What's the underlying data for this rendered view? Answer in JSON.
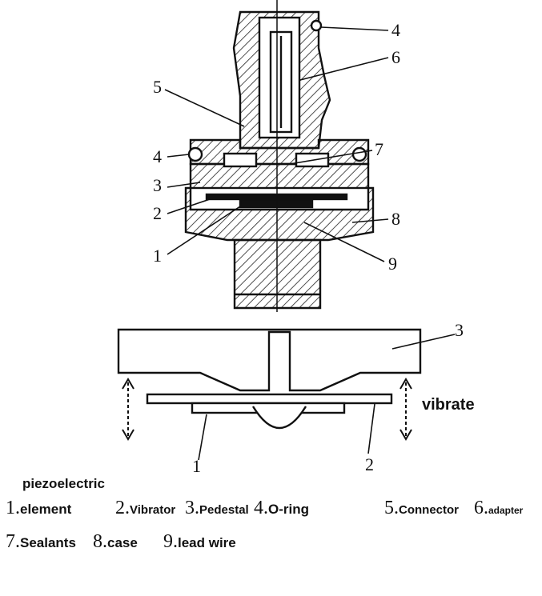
{
  "figure": {
    "callouts_top": [
      "4",
      "6",
      "5",
      "4",
      "7",
      "3",
      "2",
      "8",
      "1",
      "9"
    ],
    "callouts_bottom": [
      "3",
      "1",
      "2"
    ],
    "vibrate_label": "vibrate"
  },
  "legend": {
    "line0": "piezoelectric",
    "items": [
      {
        "num": "1.",
        "name": "element"
      },
      {
        "num": "2.",
        "name": "Vibrator"
      },
      {
        "num": "3.",
        "name": "Pedestal"
      },
      {
        "num": "4.",
        "name": "O-ring"
      },
      {
        "num": "5.",
        "name": "Connector"
      },
      {
        "num": "6.",
        "name": "adapter"
      },
      {
        "num": "7.",
        "name": "Sealants"
      },
      {
        "num": "8.",
        "name": "case"
      },
      {
        "num": "9.",
        "name": "lead wire"
      }
    ]
  }
}
